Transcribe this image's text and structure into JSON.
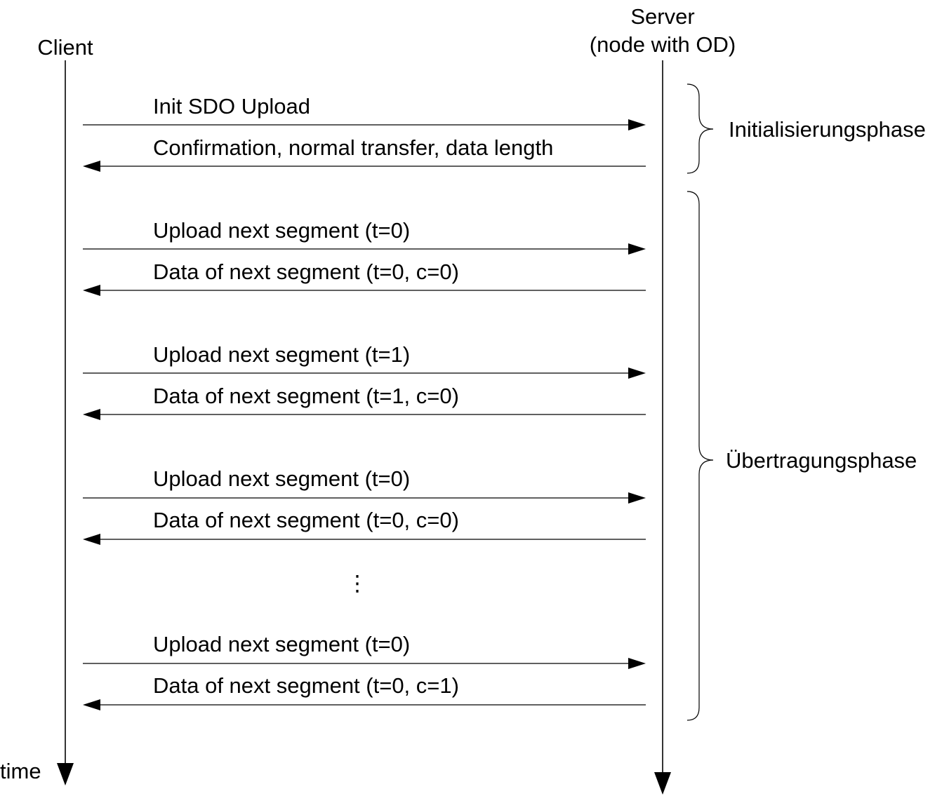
{
  "participants": {
    "client": {
      "label": "Client"
    },
    "server": {
      "label_line1": "Server",
      "label_line2": "(node with OD)"
    }
  },
  "time_label": "time",
  "messages": [
    {
      "label": "Init SDO Upload",
      "direction": "client-to-server"
    },
    {
      "label": "Confirmation, normal transfer, data length",
      "direction": "server-to-client"
    },
    {
      "label": "Upload next segment (t=0)",
      "direction": "client-to-server"
    },
    {
      "label": "Data of next segment (t=0, c=0)",
      "direction": "server-to-client"
    },
    {
      "label": "Upload next segment (t=1)",
      "direction": "client-to-server"
    },
    {
      "label": "Data of next segment (t=1, c=0)",
      "direction": "server-to-client"
    },
    {
      "label": "Upload next segment (t=0)",
      "direction": "client-to-server"
    },
    {
      "label": "Data of next segment (t=0, c=0)",
      "direction": "server-to-client"
    },
    {
      "label": "Upload next segment (t=0)",
      "direction": "client-to-server"
    },
    {
      "label": "Data of next segment (t=0, c=1)",
      "direction": "server-to-client"
    }
  ],
  "ellipsis": "⋮",
  "phases": [
    {
      "label": "Initialisierungsphase"
    },
    {
      "label": "Übertragungsphase"
    }
  ]
}
